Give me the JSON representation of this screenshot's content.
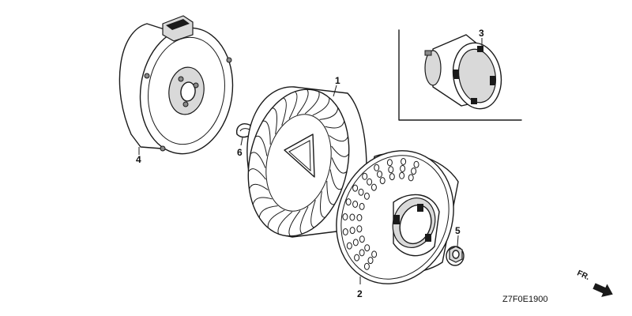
{
  "diagram": {
    "parts": [
      {
        "id": "1",
        "name": "cooling-fan"
      },
      {
        "id": "2",
        "name": "starter-pulley"
      },
      {
        "id": "3",
        "name": "starter-cup"
      },
      {
        "id": "4",
        "name": "flywheel"
      },
      {
        "id": "5",
        "name": "flange-nut"
      },
      {
        "id": "6",
        "name": "woodruff-key"
      }
    ],
    "labels": {
      "part1": "1",
      "part2": "2",
      "part3": "3",
      "part4": "4",
      "part5": "5",
      "part6": "6"
    },
    "direction_marker": "FR.",
    "drawing_code": "Z7F0E1900"
  }
}
